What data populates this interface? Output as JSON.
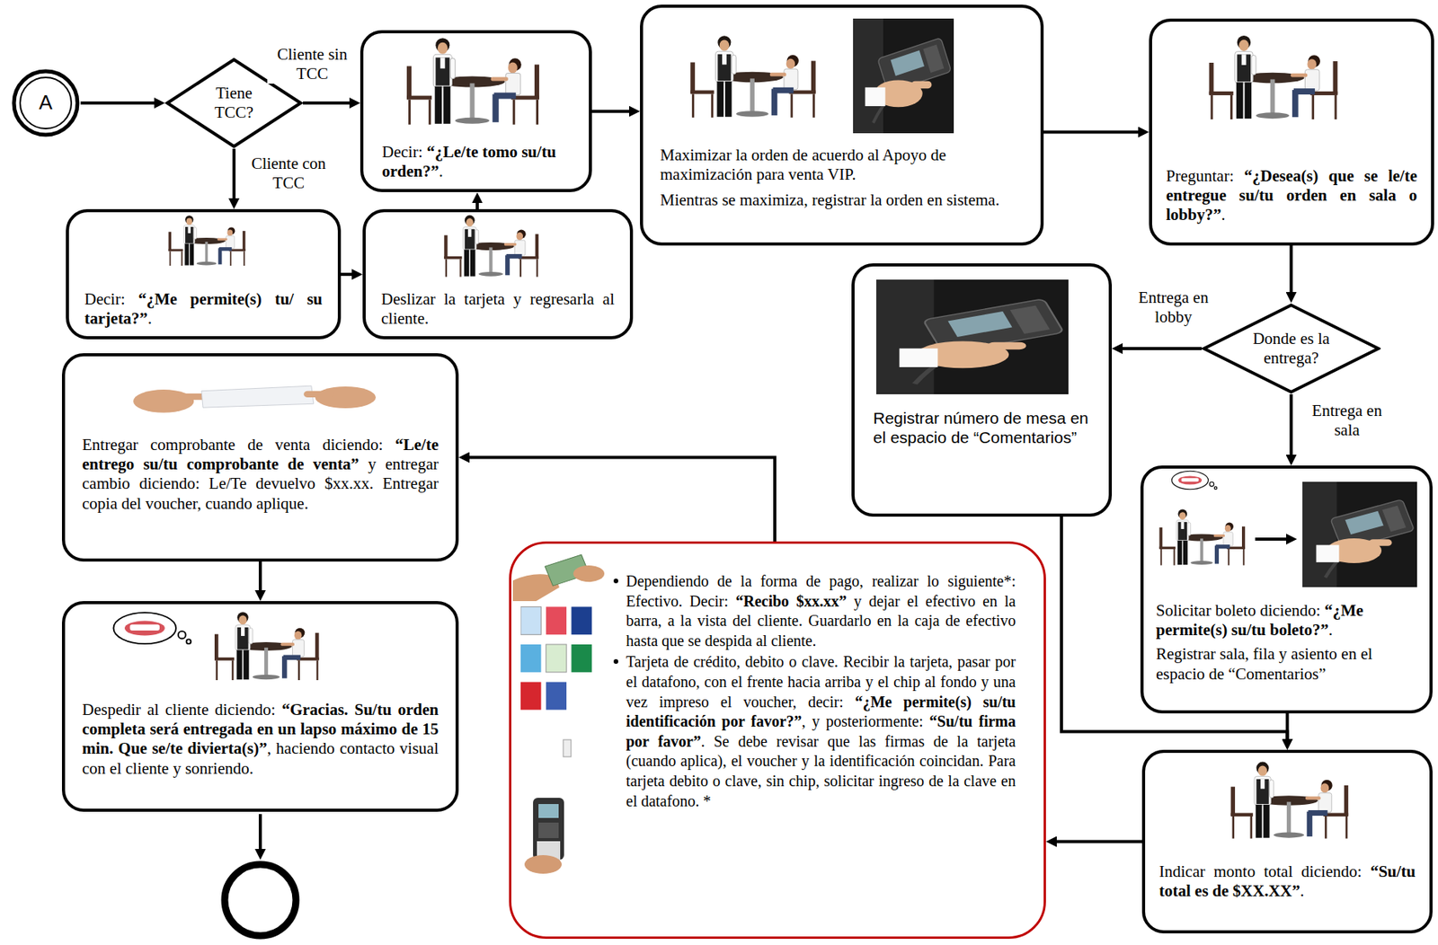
{
  "diagram": {
    "nodes": [
      {
        "text": [
          "A"
        ]
      },
      {
        "text": [
          "Tiene TCC?"
        ]
      },
      {
        "text": [
          "Decir: “¿Le/te tomo su/tu orden?”."
        ]
      },
      {
        "text": [
          "Decir: “¿Me permite(s) tu/ su tarjeta?”."
        ]
      },
      {
        "text": [
          "Deslizar la tarjeta y regresarla al cliente."
        ]
      },
      {
        "text": [
          "Maximizar la orden de acuerdo al Apoyo de maximización para venta VIP.",
          "Mientras se maximiza, registrar la orden en sistema."
        ]
      },
      {
        "text": [
          "Preguntar: “¿Desea(s) que se le/te entregue su/tu orden en sala o lobby?”."
        ]
      },
      {
        "text": [
          "Donde es la entrega?"
        ]
      },
      {
        "text": [
          "Registrar número de mesa en el espacio de “Comentarios”"
        ]
      },
      {
        "text": [
          "Solicitar boleto diciendo: “¿Me permite(s) su/tu boleto?”.",
          "Registrar sala, fila y asiento en el espacio de “Comentarios”"
        ]
      },
      {
        "text": [
          "Indicar monto total diciendo: “Su/tu total es de $XX.XX”."
        ]
      },
      {
        "text": [
          "Dependiendo de la forma de pago, realizar lo siguiente*: Efectivo. Decir: “Recibo $xx.xx” y dejar el efectivo en la barra, a la vista del cliente. Guardarlo en la caja de efectivo hasta que se despida al cliente.",
          "Tarjeta de crédito, debito o clave. Recibir la tarjeta, pasar por el datafono, con el frente hacia arriba y el chip al fondo y una vez impreso el voucher, decir: “¿Me permite(s) su/tu identificación por favor?”, y posteriormente: “Su/tu firma por favor”. Se debe revisar que las firmas de la tarjeta (cuando aplica), el voucher y la identificación coincidan. Para tarjeta debito o clave, sin chip, solicitar ingreso de la clave en el datafono. *"
        ]
      },
      {
        "text": [
          "Entregar comprobante de venta diciendo: “Le/te entrego su/tu comprobante de venta” y entregar cambio diciendo: Le/Te devuelvo $xx.xx. Entregar copia del voucher, cuando aplique."
        ]
      },
      {
        "text": [
          "Despedir al cliente diciendo: “Gracias. Su/tu orden completa será entregada en un lapso máximo de 15 min. Que se/te divierta(s)”, haciendo contacto visual con el cliente y sonriendo."
        ]
      }
    ],
    "edges": [
      {
        "from": 0,
        "to": 1,
        "arrow": "to"
      },
      {
        "from": 1,
        "to": 2,
        "label": "Cliente sin TCC",
        "arrow": "to"
      },
      {
        "from": 1,
        "to": 3,
        "label": "Cliente con TCC",
        "arrow": "to"
      },
      {
        "from": 3,
        "to": 4,
        "arrow": "to"
      },
      {
        "from": 4,
        "to": 2,
        "arrow": "to"
      },
      {
        "from": 2,
        "to": 5,
        "arrow": "to"
      },
      {
        "from": 5,
        "to": 6,
        "arrow": "to"
      },
      {
        "from": 6,
        "to": 7,
        "arrow": "to"
      },
      {
        "from": 7,
        "to": 8,
        "label": "Entrega en lobby",
        "arrow": "to"
      },
      {
        "from": 7,
        "to": 9,
        "label": "Entrega en sala",
        "arrow": "to"
      },
      {
        "from": 8,
        "to": 10,
        "arrow": "to"
      },
      {
        "from": 9,
        "to": 10,
        "arrow": "to"
      },
      {
        "from": 10,
        "to": 11,
        "arrow": "to"
      },
      {
        "from": 11,
        "to": 12,
        "arrow": "to"
      },
      {
        "from": 12,
        "to": 13,
        "arrow": "to"
      }
    ]
  }
}
